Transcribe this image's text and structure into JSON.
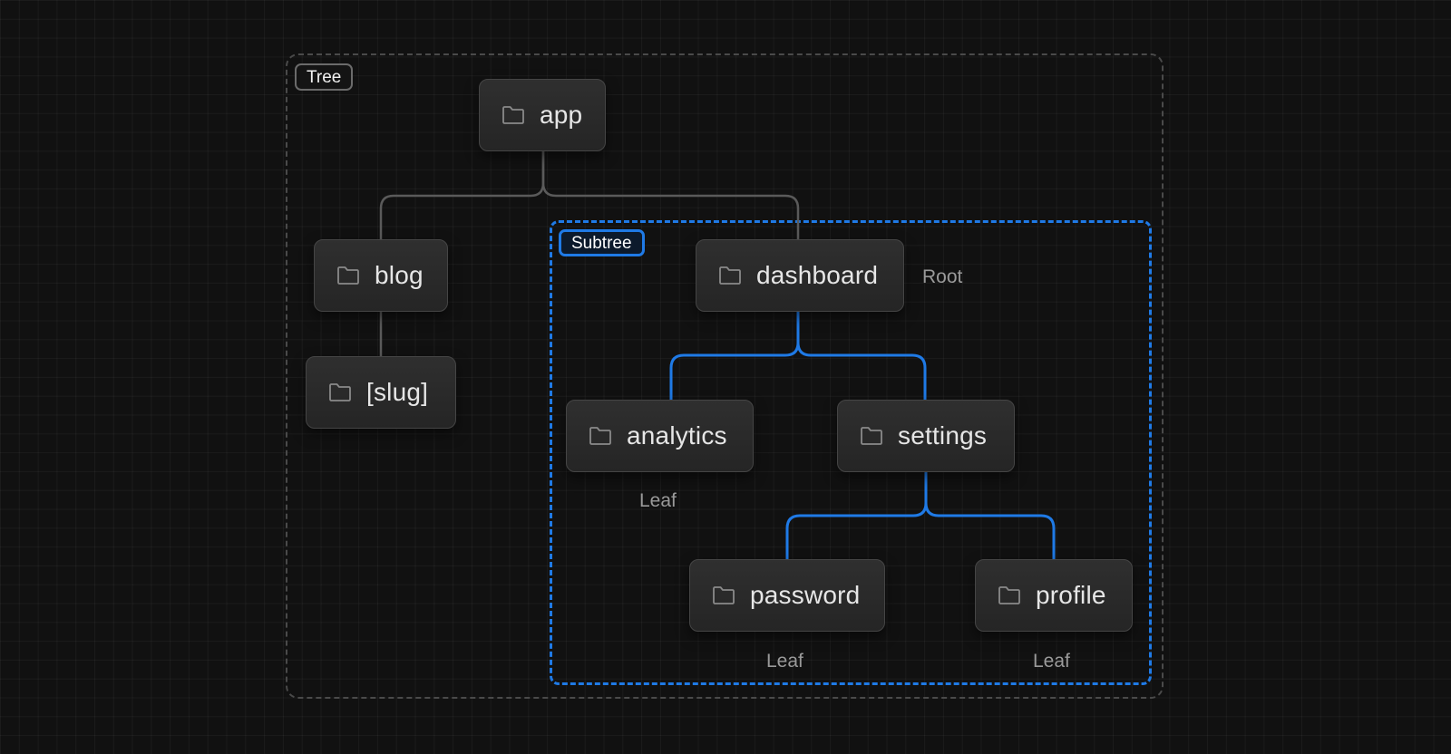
{
  "tree": {
    "label": "Tree"
  },
  "subtree": {
    "label": "Subtree"
  },
  "nodes": {
    "app": "app",
    "blog": "blog",
    "slug": "[slug]",
    "dashboard": "dashboard",
    "analytics": "analytics",
    "settings": "settings",
    "password": "password",
    "profile": "profile"
  },
  "captions": {
    "root": "Root",
    "analytics_leaf": "Leaf",
    "password_leaf": "Leaf",
    "profile_leaf": "Leaf"
  },
  "icons": {
    "node_icon": "folder-icon"
  },
  "colors": {
    "background": "#111111",
    "node_fill": "#2a2a2a",
    "tree_connector": "#5a5a5a",
    "subtree_accent": "#1f7ae6",
    "caption_text": "#9a9a9a"
  }
}
